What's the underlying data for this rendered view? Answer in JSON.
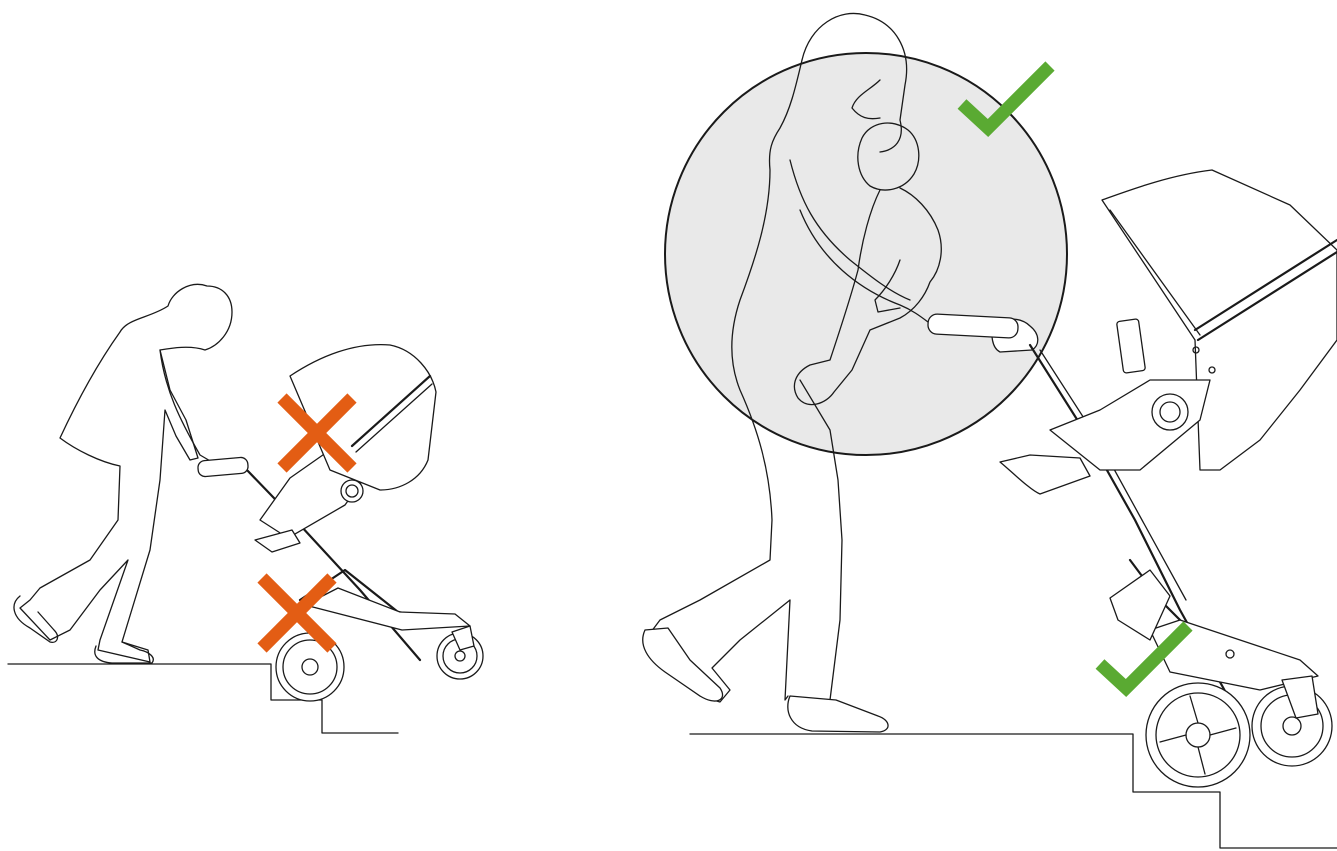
{
  "illustration": {
    "left_panel": {
      "verdict": "incorrect",
      "marks": [
        {
          "symbol": "x-mark",
          "target": "stroller-seat"
        },
        {
          "symbol": "x-mark",
          "target": "front-wheels-on-step"
        }
      ]
    },
    "right_panel": {
      "verdict": "correct",
      "marks": [
        {
          "symbol": "check-mark",
          "target": "detail-circle"
        },
        {
          "symbol": "check-mark",
          "target": "rear-wheels-on-step"
        }
      ]
    },
    "colors": {
      "wrong": "#e35d14",
      "right": "#5aaa32",
      "line": "#1a1a1a",
      "detail_fill": "#e9e9e9"
    }
  }
}
